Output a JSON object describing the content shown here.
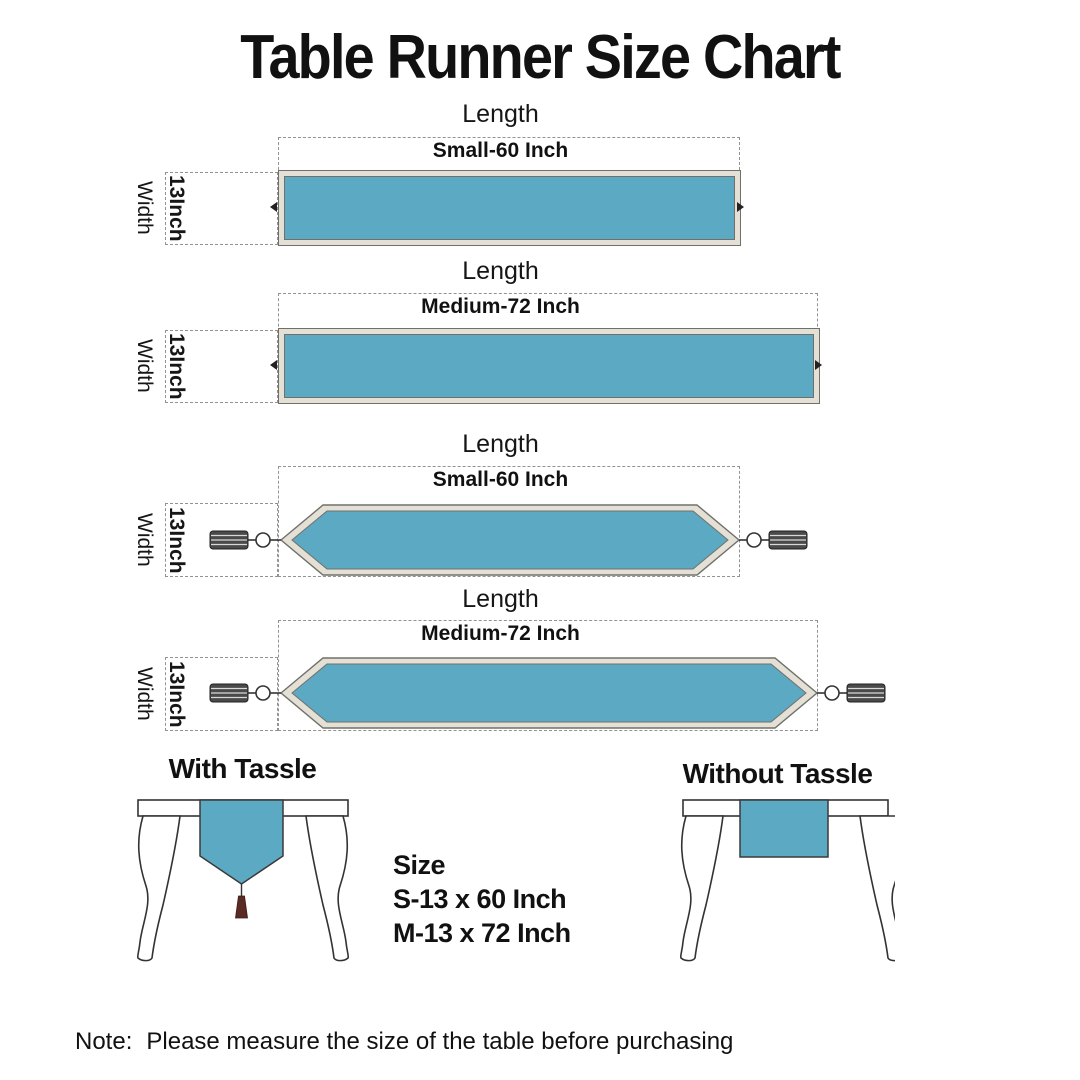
{
  "title": "Table Runner Size Chart",
  "colors": {
    "runner_fill": "#5CA9C4",
    "runner_trim": "#E4E0D6",
    "runner_edge": "#70706A",
    "dashed_line": "#929292",
    "tassel_body": "#4A4A4A",
    "tassel_maroon": "#5A2A24"
  },
  "diagrams": [
    {
      "length_label": "Length",
      "size_label": "Small-60 Inch",
      "width_label": "Width",
      "width_value": "13Inch"
    },
    {
      "length_label": "Length",
      "size_label": "Medium-72 Inch",
      "width_label": "Width",
      "width_value": "13Inch"
    },
    {
      "length_label": "Length",
      "size_label": "Small-60 Inch",
      "width_label": "Width",
      "width_value": "13Inch"
    },
    {
      "length_label": "Length",
      "size_label": "Medium-72 Inch",
      "width_label": "Width",
      "width_value": "13Inch"
    }
  ],
  "bottom": {
    "with_tassle_label": "With Tassle",
    "without_tassle_label": "Without Tassle",
    "size_heading": "Size",
    "size_small": "S-13 x 60 Inch",
    "size_medium": "M-13 x 72 Inch"
  },
  "note": {
    "prefix": "Note:",
    "text": "Please measure the size of the table before purchasing"
  }
}
